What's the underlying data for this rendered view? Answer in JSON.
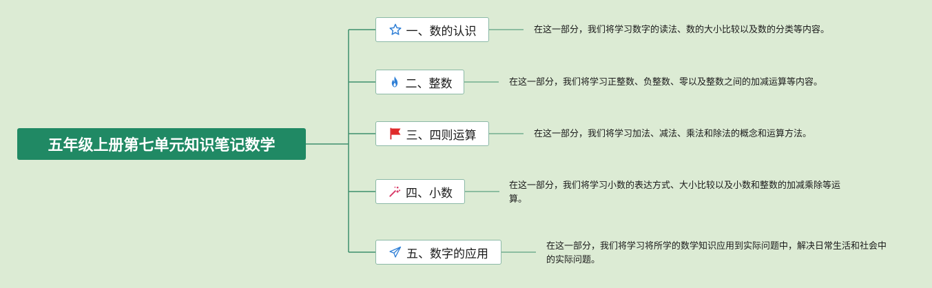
{
  "root": {
    "title": "五年级上册第七单元知识笔记数学"
  },
  "branches": [
    {
      "label": "一、数的认识",
      "icon": "star-outline-icon",
      "note": "在这一部分，我们将学习数字的读法、数的大小比较以及数的分类等内容。"
    },
    {
      "label": "二、整数",
      "icon": "flame-icon",
      "note": "在这一部分，我们将学习正整数、负整数、零以及整数之间的加减运算等内容。"
    },
    {
      "label": "三、四则运算",
      "icon": "red-flag-icon",
      "note": "在这一部分，我们将学习加法、减法、乘法和除法的概念和运算方法。"
    },
    {
      "label": "四、小数",
      "icon": "magic-wand-icon",
      "note": "在这一部分，我们将学习小数的表达方式、大小比较以及小数和整数的加减乘除等运算。"
    },
    {
      "label": "五、数字的应用",
      "icon": "paper-plane-icon",
      "note": "在这一部分，我们将学习将所学的数学知识应用到实际问题中，解决日常生活和社会中的实际问题。"
    }
  ],
  "colors": {
    "background": "#dcebd4",
    "root_fill": "#208964",
    "connector": "#3d8f6c",
    "node_border": "#8ab8a6"
  }
}
